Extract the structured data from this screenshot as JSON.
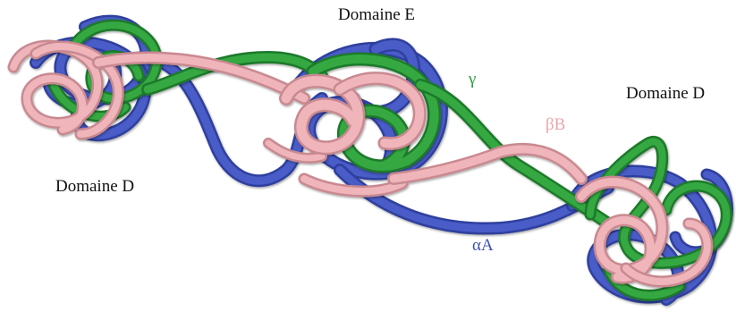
{
  "labels": {
    "domain_e": "Domaine E",
    "domain_d_left": "Domaine D",
    "domain_d_right": "Domaine D"
  },
  "chains": [
    {
      "id": "gamma",
      "label": "γ",
      "color": "#2e9e3a"
    },
    {
      "id": "beta",
      "label": "βB",
      "color": "#eaa6ad"
    },
    {
      "id": "alpha",
      "label": "αA",
      "color": "#3f51b5"
    }
  ]
}
